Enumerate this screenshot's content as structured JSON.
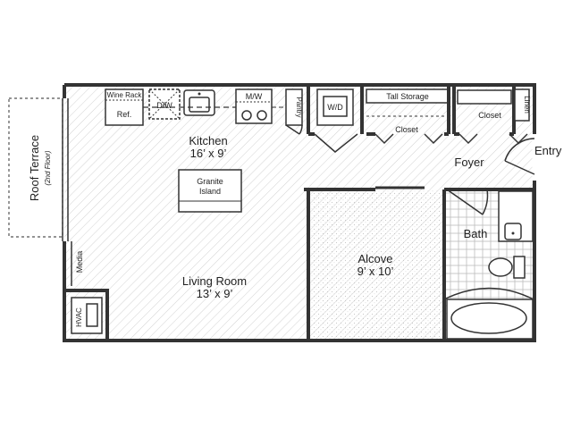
{
  "rooms": {
    "kitchen": {
      "name": "Kitchen",
      "dims": "16’ x 9’"
    },
    "living": {
      "name": "Living Room",
      "dims": "13’ x 9’"
    },
    "alcove": {
      "name": "Alcove",
      "dims": "9’ x 10’"
    },
    "foyer": "Foyer",
    "bath": "Bath",
    "entry": "Entry"
  },
  "fixtures": {
    "wine_rack": "Wine Rack",
    "ref": "Ref.",
    "dw": "D/W",
    "mw": "M/W",
    "pantry": "Pantry",
    "wd": "W/D",
    "tall_storage": "Tall Storage",
    "closet_left": "Closet",
    "closet_right": "Closet",
    "linen": "Linen",
    "island_line1": "Granite",
    "island_line2": "Island",
    "media": "Media",
    "hvac": "HVAC"
  },
  "terrace": {
    "name": "Roof Terrace",
    "note": "(2nd Floor)"
  }
}
